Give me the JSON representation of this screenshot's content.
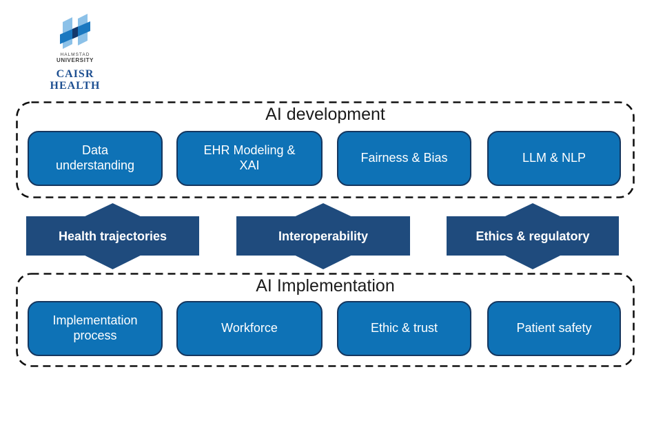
{
  "logo": {
    "institution_line1": "HALMSTAD",
    "institution_line2": "UNIVERSITY",
    "group_line1": "CAISR",
    "group_line2": "HEALTH"
  },
  "development": {
    "title": "AI development",
    "boxes": [
      {
        "label": "Data\nunderstanding"
      },
      {
        "label": "EHR Modeling &\nXAI"
      },
      {
        "label": "Fairness & Bias"
      },
      {
        "label": "LLM & NLP"
      }
    ]
  },
  "bridges": [
    {
      "label": "Health trajectories"
    },
    {
      "label": "Interoperability"
    },
    {
      "label": "Ethics & regulatory"
    }
  ],
  "implementation": {
    "title": "AI Implementation",
    "boxes": [
      {
        "label": "Implementation\nprocess"
      },
      {
        "label": "Workforce"
      },
      {
        "label": "Ethic & trust"
      },
      {
        "label": "Patient safety"
      }
    ]
  },
  "colors": {
    "box_fill": "#0e72b6",
    "box_border": "#14365f",
    "bridge_fill": "#1f4b7d",
    "panel_dashed_border": "#111111",
    "title_text": "#1b1b1b",
    "text_on_blue": "#ffffff",
    "logo_light_blue": "#8cc1e8",
    "logo_mid_blue": "#1a78c0",
    "logo_navy": "#14386b",
    "logo_text_navy": "#1d4f91"
  }
}
